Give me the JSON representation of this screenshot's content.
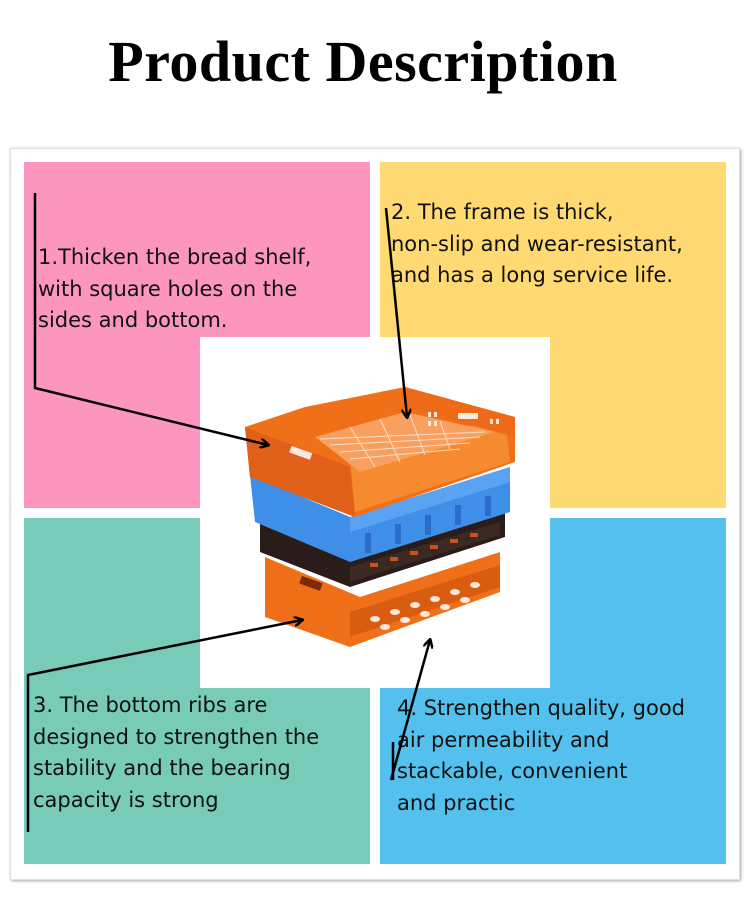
{
  "header": {
    "title": "Product Description"
  },
  "colors": {
    "pink": "#fd96be",
    "yellow": "#ffd972",
    "teal": "#78cab9",
    "blue": "#54c0ed",
    "crate_orange": "#f0701a",
    "crate_blue": "#3f8fe8",
    "crate_black": "#2a1c18"
  },
  "features": [
    {
      "number": "1",
      "text": "1.Thicken the bread shelf,\nwith square holes on the\nsides and bottom."
    },
    {
      "number": "2",
      "text": "2. The frame is thick,\nnon-slip and wear-resistant,\nand has a long service life."
    },
    {
      "number": "3",
      "text": "3. The bottom ribs are\ndesigned to strengthen the\nstability and the bearing\ncapacity is strong"
    },
    {
      "number": "4",
      "text": "4. Strengthen quality, good\nair permeability and\nstackable, convenient\nand practic"
    }
  ],
  "product_image": {
    "description": "stack of four plastic bread crates: orange, blue, black, orange",
    "icon": "crate-stack-icon"
  }
}
